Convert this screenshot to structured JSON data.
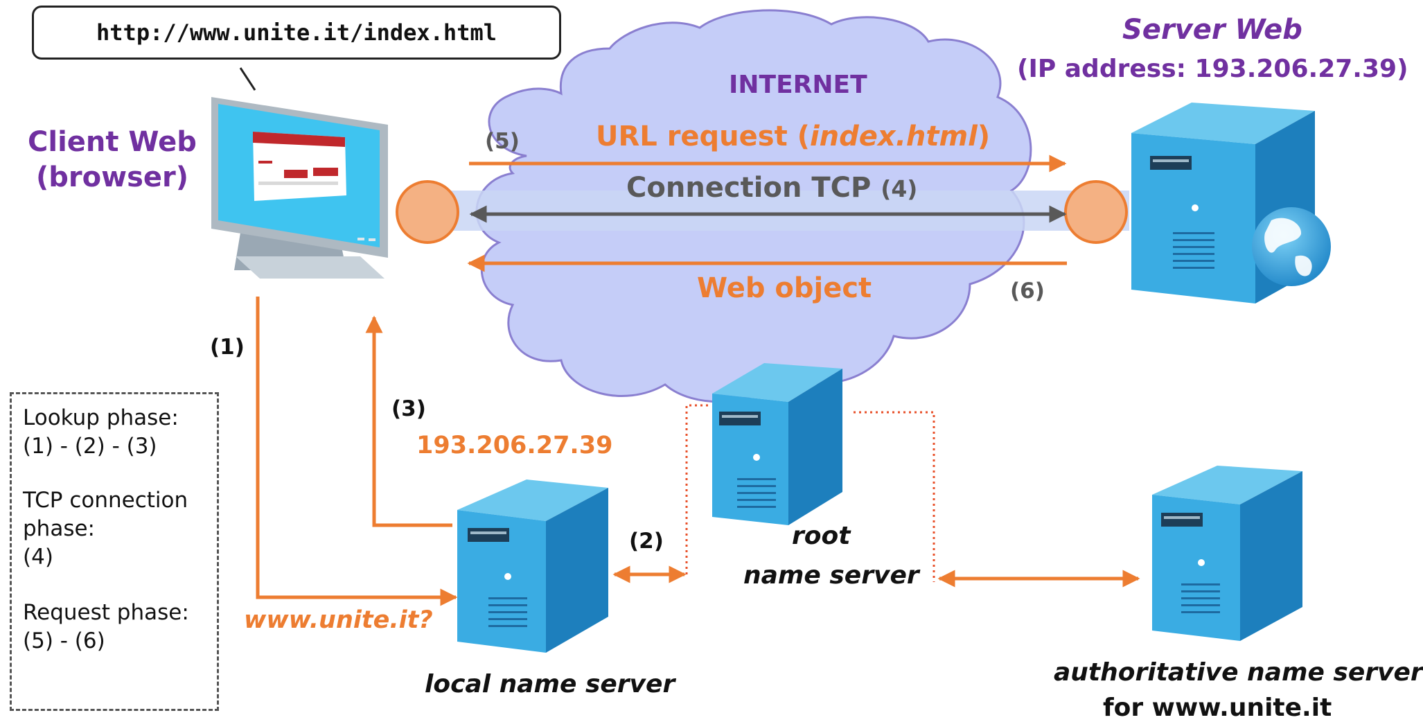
{
  "url_bubble": {
    "text": "http://www.unite.it/index.html"
  },
  "client": {
    "line1": "Client Web",
    "line2": "(browser)"
  },
  "server": {
    "line1": "Server Web",
    "line2": "(IP address: 193.206.27.39)"
  },
  "internet": {
    "title": "INTERNET",
    "url_request_prefix": "URL request (",
    "url_request_object": "index.html",
    "url_request_suffix": ")",
    "connection_label": "Connection TCP",
    "connection_step": "(4)",
    "web_object_label": "Web object"
  },
  "steps": {
    "s1": "(1)",
    "s2": "(2)",
    "s3": "(3)",
    "s5": "(5)",
    "s6": "(6)"
  },
  "dns": {
    "resolved_ip": "193.206.27.39",
    "query": "www.unite.it?",
    "local_label": "local name server",
    "root_label_1": "root",
    "root_label_2": "name server",
    "auth_label_1": "authoritative name server",
    "auth_label_2": "for www.unite.it"
  },
  "legend": {
    "lookup_title": "Lookup phase:",
    "lookup_steps": "(1) - (2) - (3)",
    "tcp_title_1": "TCP connection",
    "tcp_title_2": "phase:",
    "tcp_steps": "(4)",
    "request_title": "Request phase:",
    "request_steps": "(5) - (6)"
  },
  "colors": {
    "accent_orange": "#ed7d31",
    "label_purple": "#7030a0",
    "cloud_fill": "#c5cdf8",
    "cloud_stroke": "#8a7fd0",
    "server_blue": "#3aa0d8",
    "tcp_arrow": "#595959",
    "dotted_red": "#e8502a"
  },
  "icons": [
    "monitor-icon",
    "web-server-icon",
    "globe-icon",
    "dns-server-icon",
    "cloud-icon"
  ]
}
